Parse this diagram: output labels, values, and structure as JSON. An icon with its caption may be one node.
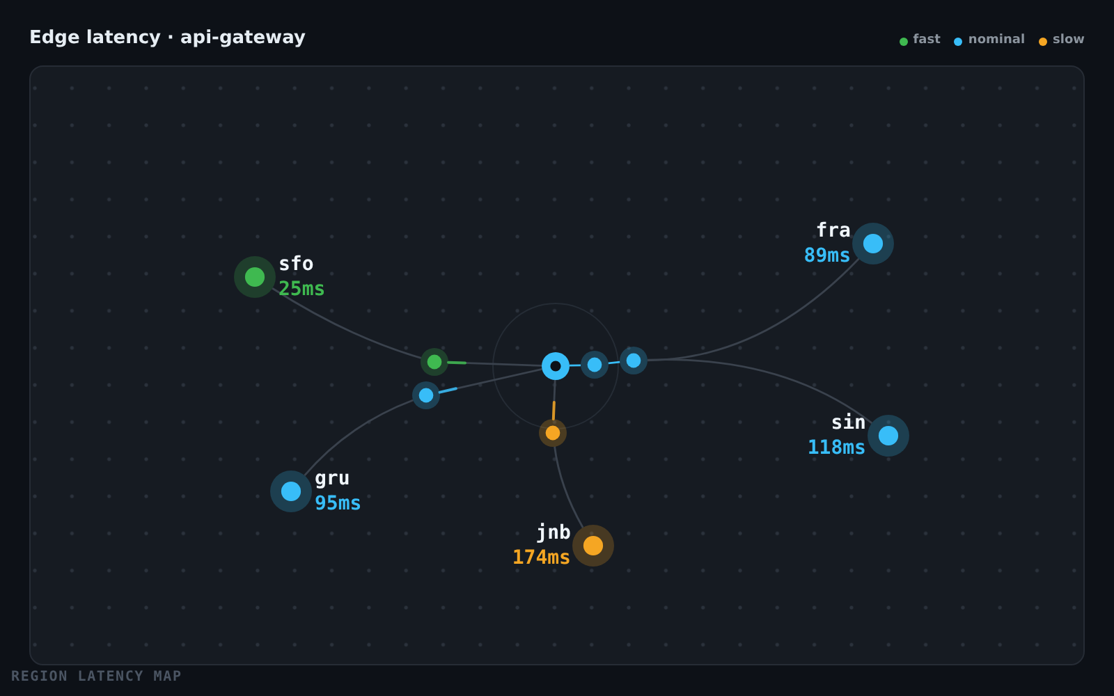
{
  "diagram": {
    "title": "Edge latency · api-gateway",
    "caption": "REGION LATENCY MAP",
    "nodes": [
      {
        "text": [],
        "shape": "circle"
      },
      {
        "text": [
          "sfo",
          "25ms"
        ]
      },
      {
        "text": [
          "fra",
          "89ms"
        ]
      },
      {
        "text": [
          "sin",
          "118ms"
        ]
      },
      {
        "text": [
          "gru",
          "95ms"
        ]
      },
      {
        "text": [
          "jnb",
          "174ms"
        ]
      },
      {
        "text": [],
        "shape": "circle"
      },
      {
        "text": [],
        "shape": "circle"
      },
      {
        "text": [],
        "shape": "circle"
      },
      {
        "text": [],
        "shape": "circle"
      },
      {
        "text": [],
        "shape": "circle"
      }
    ],
    "edges": [
      {
        "from": 0,
        "to": 7,
        "arrow": "none"
      },
      {
        "from": 7,
        "to": 1,
        "arrow": "none"
      },
      {
        "from": 0,
        "to": 9,
        "arrow": "none",
        "color": "#38bdf8"
      },
      {
        "from": 9,
        "to": 10,
        "arrow": "none",
        "color": "#38bdf8"
      },
      {
        "from": 10,
        "to": 2,
        "arrow": "none"
      },
      {
        "from": 10,
        "to": 3,
        "arrow": "none"
      },
      {
        "from": 0,
        "to": 6,
        "arrow": "none"
      },
      {
        "from": 6,
        "to": 4,
        "arrow": "none"
      },
      {
        "from": 0,
        "to": 8,
        "arrow": "none"
      },
      {
        "from": 8,
        "to": 5,
        "arrow": "none"
      }
    ],
    "legend": [
      {
        "text": "fast",
        "color": "#3fb950"
      },
      {
        "text": "nominal",
        "color": "#38bdf8"
      },
      {
        "text": "slow",
        "color": "#f5a623"
      }
    ]
  }
}
